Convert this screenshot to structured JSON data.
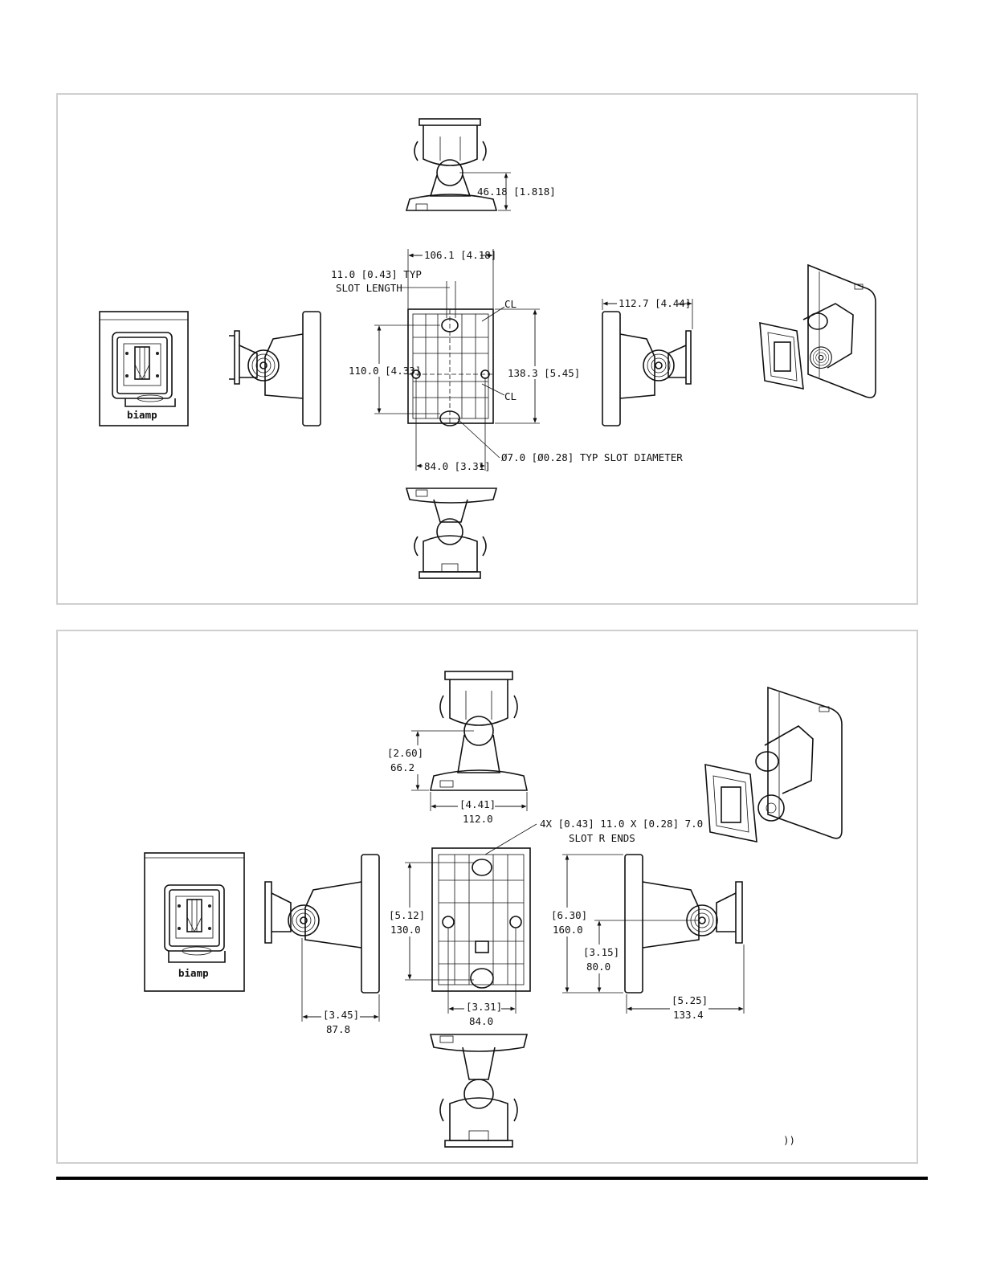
{
  "panel1": {
    "dim_top_height": "46.18 [1.818]",
    "dim_width": "106.1 [4.18]",
    "dim_slot_length_1": "11.0 [0.43] TYP",
    "dim_slot_length_2": "SLOT LENGTH",
    "cl_top": "CL",
    "cl_bottom": "CL",
    "dim_hole_spacing_v": "110.0 [4.33]",
    "dim_height": "138.3 [5.45]",
    "dim_depth": "112.7 [4.44]",
    "dim_hole_spacing_h": "84.0 [3.31]",
    "dim_slot_diameter": "Ø7.0 [Ø0.28] TYP SLOT DIAMETER",
    "logo": "biamp"
  },
  "panel2": {
    "dim_top_in": "[2.60]",
    "dim_top_mm": "66.2",
    "dim_base_in": "[4.41]",
    "dim_base_mm": "112.0",
    "slot_note_1": "4X [0.43] 11.0 X [0.28] 7.0",
    "slot_note_2": "SLOT R ENDS",
    "dim_plate_h_in": "[5.12]",
    "dim_plate_h_mm": "130.0",
    "dim_total_h_in": "[6.30]",
    "dim_total_h_mm": "160.0",
    "dim_half_in": "[3.15]",
    "dim_half_mm": "80.0",
    "dim_spacing_in": "[3.31]",
    "dim_spacing_mm": "84.0",
    "dim_depth_l_in": "[3.45]",
    "dim_depth_l_mm": "87.8",
    "dim_depth_r_in": "[5.25]",
    "dim_depth_r_mm": "133.4",
    "logo": "biamp",
    "corner_mark": "))"
  }
}
